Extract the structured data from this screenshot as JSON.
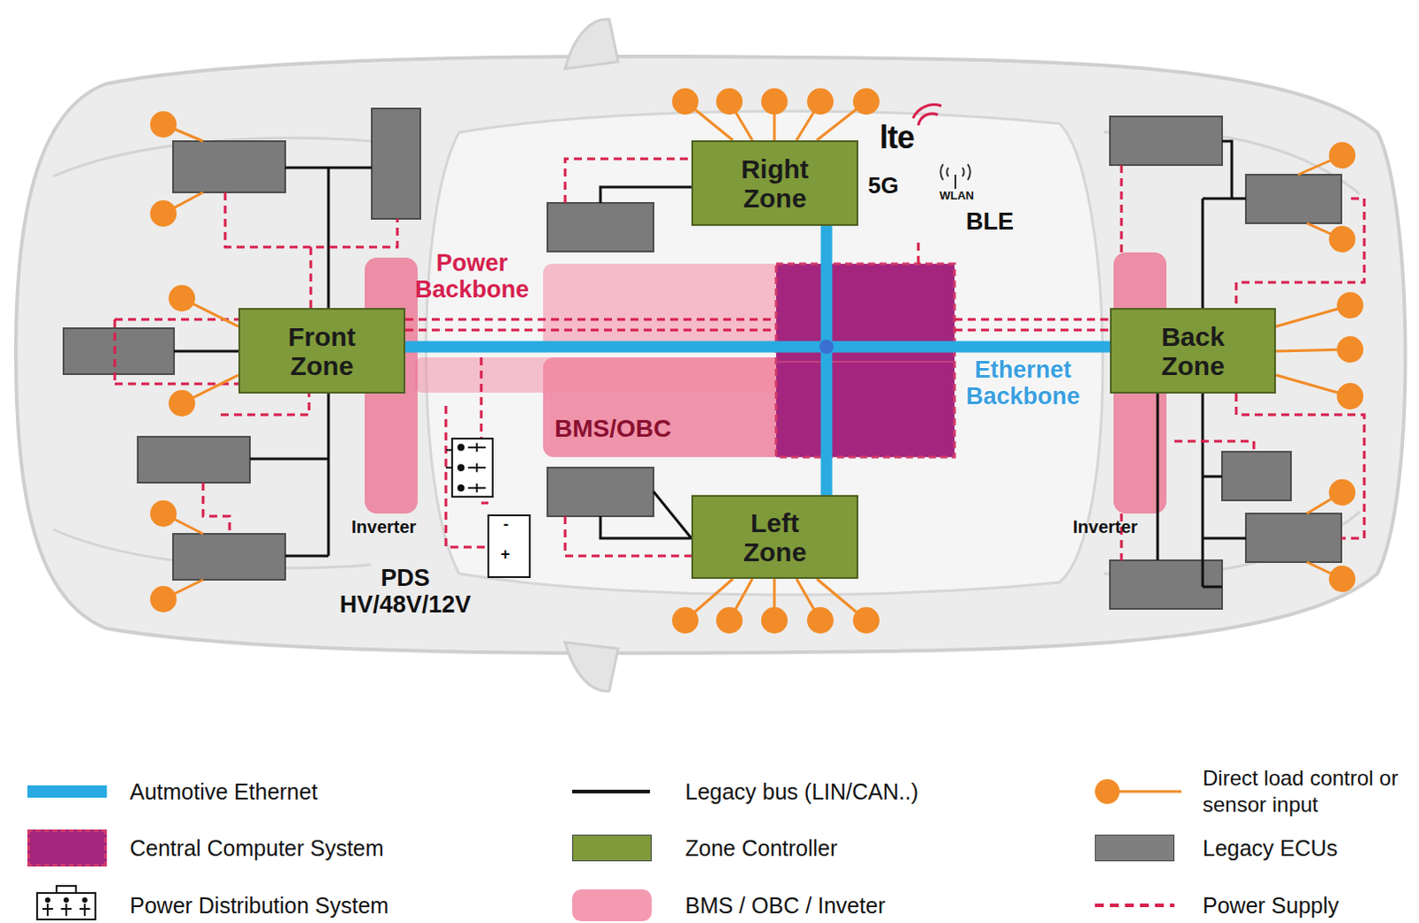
{
  "diagram": {
    "nodes": [
      {
        "text": [
          "Front Zone"
        ]
      },
      {
        "text": [
          "Right Zone"
        ]
      },
      {
        "text": [
          "BMS/OBC"
        ]
      },
      {
        "text": [
          "Left Zone"
        ]
      },
      {
        "text": [
          "Back Zone"
        ]
      }
    ],
    "edges": [
      {
        "from": 0,
        "to": 4,
        "arrow": "none"
      },
      {
        "from": 1,
        "to": 3,
        "arrow": "none"
      }
    ],
    "labels": [
      "Power Backbone",
      "lte",
      "5G",
      "WLAN",
      "BLE",
      "Ethernet Backbone",
      "Inverter",
      "Inverter",
      "PDS HV/48V/12V",
      "-",
      "+"
    ],
    "legend": [
      {
        "text": "Autmotive Ethernet",
        "color": "#29abe2"
      },
      {
        "text": "Legacy bus (LIN/CAN..)"
      },
      {
        "text": "Direct load control or sensor input"
      },
      {
        "text": "Central Computer System",
        "color": "#a3257e"
      },
      {
        "text": "Zone Controller",
        "color": "#7f9a3a"
      },
      {
        "text": "Legacy ECUs",
        "color": "#7f7f7f"
      },
      {
        "text": "Power Distribution System"
      },
      {
        "text": "BMS / OBC / Inveter",
        "color": "#f49ab0"
      },
      {
        "text": "Power Supply"
      }
    ]
  }
}
